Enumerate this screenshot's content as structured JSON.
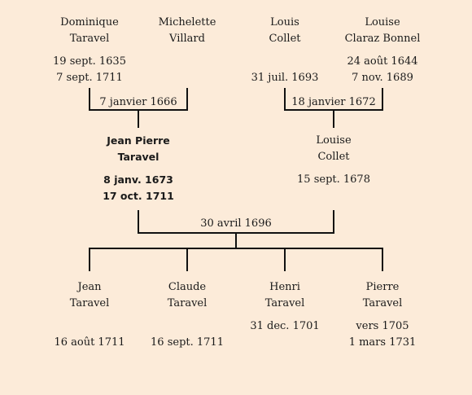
{
  "colors": {
    "background": "#fcebd9",
    "line": "#111111"
  },
  "grandparents": [
    {
      "name_line1": "Dominique",
      "name_line2": "Taravel",
      "birth": "19 sept. 1635",
      "death": "7 sept. 1711"
    },
    {
      "name_line1": "Michelette",
      "name_line2": "Villard",
      "birth": "",
      "death": ""
    },
    {
      "name_line1": "Louis",
      "name_line2": "Collet",
      "birth": "",
      "death": "31 juil. 1693"
    },
    {
      "name_line1": "Louise",
      "name_line2": "Claraz Bonnel",
      "birth": "24 août 1644",
      "death": "7 nov. 1689"
    }
  ],
  "grandparent_marriages": [
    {
      "date": "7 janvier 1666"
    },
    {
      "date": "18 janvier 1672"
    }
  ],
  "parents": [
    {
      "name_line1": "Jean Pierre",
      "name_line2": "Taravel",
      "birth": "8 janv. 1673",
      "death": "17 oct. 1711"
    },
    {
      "name_line1": "Louise",
      "name_line2": "Collet",
      "birth": "15 sept. 1678",
      "death": ""
    }
  ],
  "parent_marriage": {
    "date": "30 avril 1696"
  },
  "children": [
    {
      "name_line1": "Jean",
      "name_line2": "Taravel",
      "birth": "",
      "death": "16 août 1711"
    },
    {
      "name_line1": "Claude",
      "name_line2": "Taravel",
      "birth": "",
      "death": "16 sept. 1711"
    },
    {
      "name_line1": "Henri",
      "name_line2": "Taravel",
      "birth": "31 dec. 1701",
      "death": ""
    },
    {
      "name_line1": "Pierre",
      "name_line2": "Taravel",
      "birth": "vers 1705",
      "death": "1 mars 1731"
    }
  ]
}
